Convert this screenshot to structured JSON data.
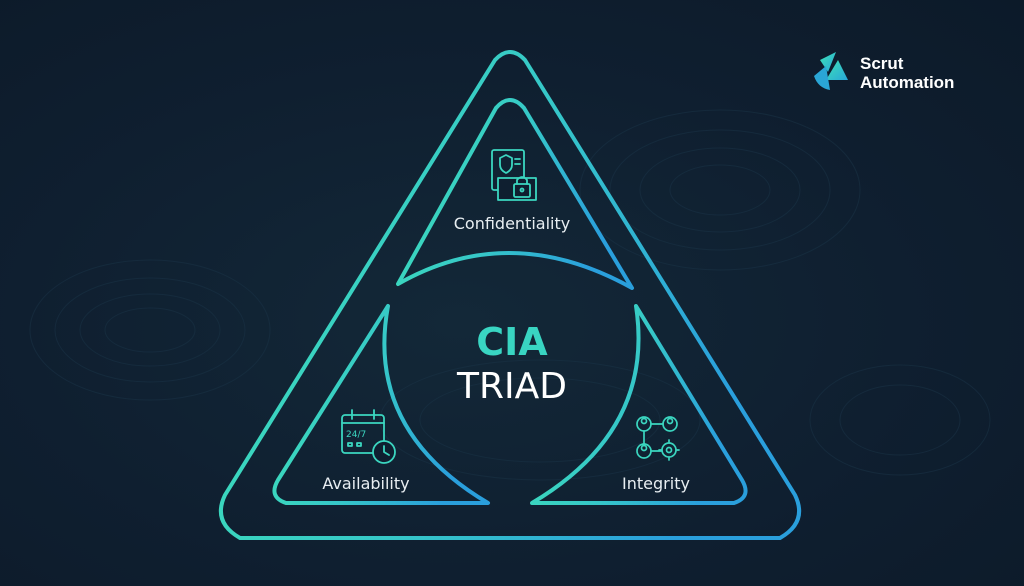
{
  "brand": {
    "logo_icon": "scrut-logo-icon",
    "line1": "Scrut",
    "line2": "Automation"
  },
  "center": {
    "title": "CIA",
    "subtitle": "TRIAD"
  },
  "segments": {
    "top": {
      "label": "Confidentiality",
      "icon": "document-shield-lock-icon"
    },
    "left": {
      "label": "Availability",
      "icon": "calendar-clock-icon"
    },
    "right": {
      "label": "Integrity",
      "icon": "users-gear-network-icon"
    }
  },
  "colors": {
    "background": "#0f1f30",
    "teal": "#38d9b0",
    "blue": "#2aa3d8",
    "title_accent": "#39d5c2",
    "text": "#e8eef2"
  }
}
